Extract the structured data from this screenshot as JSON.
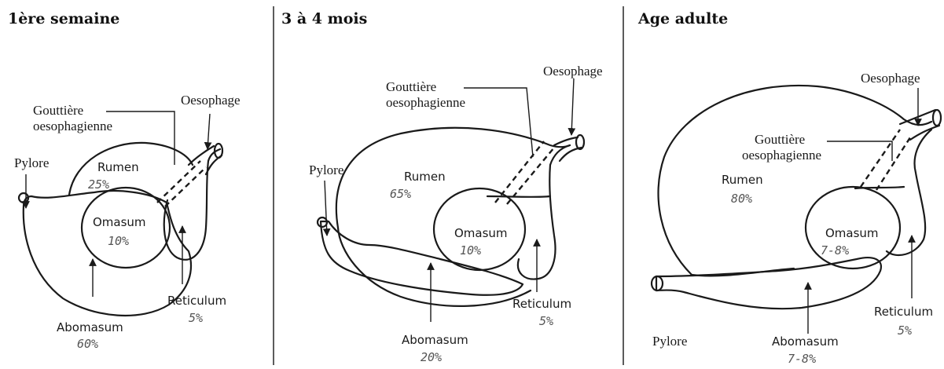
{
  "panels": [
    {
      "title": "1ère semaine",
      "labels": {
        "gouttiere": "Gouttière\noesophagienne",
        "oesophage": "Oesophage",
        "pylore": "Pylore",
        "rumen": "Rumen",
        "omasum": "Omasum",
        "reticulum": "Reticulum",
        "abomasum": "Abomasum"
      },
      "percentages": {
        "rumen": "25%",
        "omasum": "10%",
        "reticulum": "5%",
        "abomasum": "60%"
      }
    },
    {
      "title": "3 à 4 mois",
      "labels": {
        "gouttiere": "Gouttière\noesophagienne",
        "oesophage": "Oesophage",
        "pylore": "Pylore",
        "rumen": "Rumen",
        "omasum": "Omasum",
        "reticulum": "Reticulum",
        "abomasum": "Abomasum"
      },
      "percentages": {
        "rumen": "65%",
        "omasum": "10%",
        "reticulum": "5%",
        "abomasum": "20%"
      }
    },
    {
      "title": "Age adulte",
      "labels": {
        "gouttiere": "Gouttière\noesophagienne",
        "oesophage": "Oesophage",
        "pylore": "Pylore",
        "rumen": "Rumen",
        "omasum": "Omasum",
        "reticulum": "Reticulum",
        "abomasum": "Abomasum"
      },
      "percentages": {
        "rumen": "80%",
        "omasum": "7-8%",
        "reticulum": "5%",
        "abomasum": "7-8%"
      }
    }
  ]
}
